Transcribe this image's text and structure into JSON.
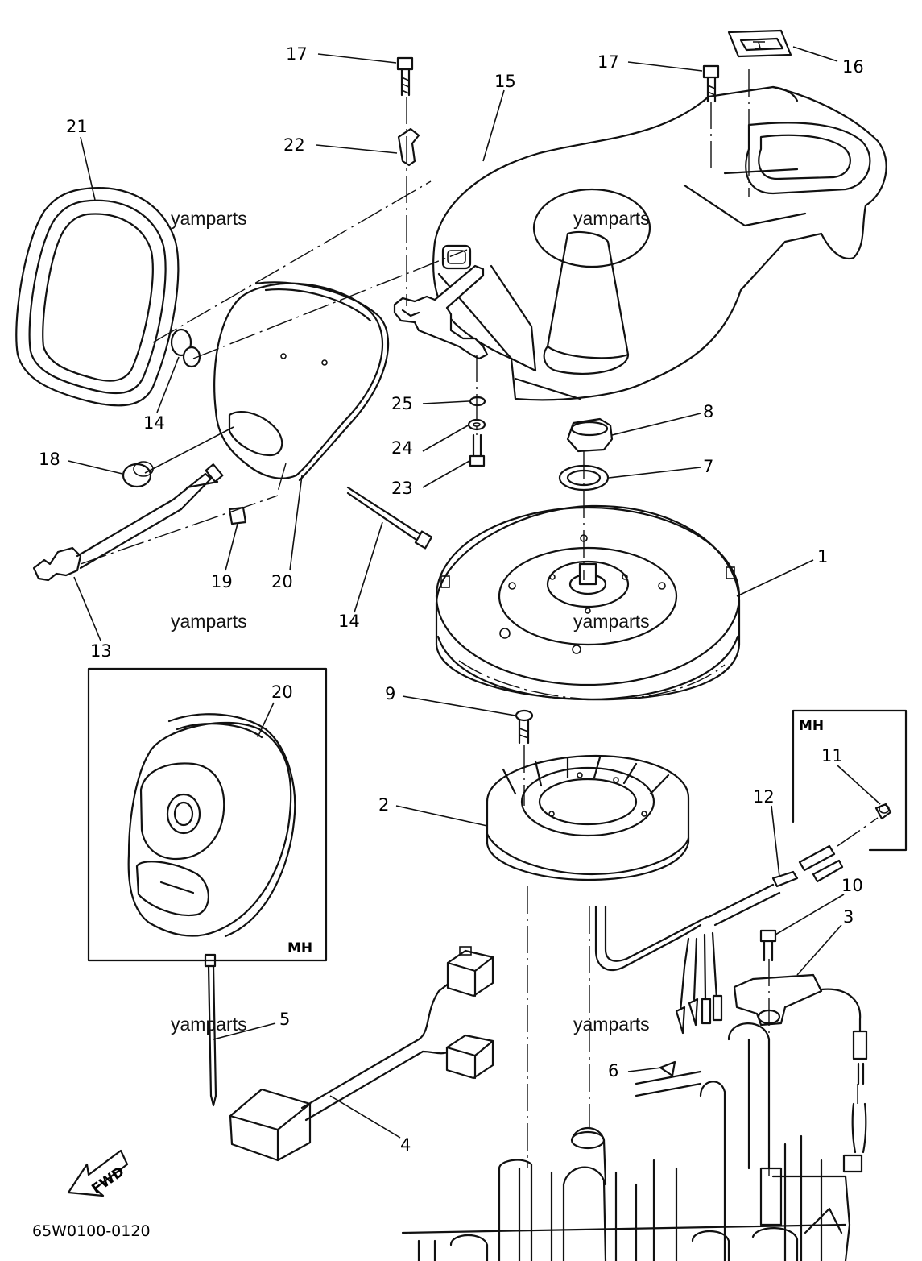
{
  "diagram": {
    "part_number": "65W0100-0120",
    "watermark": "yamparts",
    "inset_tag": "MH",
    "direction_label": "FWD",
    "callouts": {
      "c1": "1",
      "c2": "2",
      "c3": "3",
      "c4": "4",
      "c5": "5",
      "c6": "6",
      "c7": "7",
      "c8": "8",
      "c9": "9",
      "c10": "10",
      "c11": "11",
      "c12": "12",
      "c13": "13",
      "c14a": "14",
      "c14b": "14",
      "c15": "15",
      "c16": "16",
      "c17a": "17",
      "c17b": "17",
      "c18": "18",
      "c19": "19",
      "c20a": "20",
      "c20b": "20",
      "c21": "21",
      "c22": "22",
      "c23": "23",
      "c24": "24",
      "c25": "25"
    }
  }
}
